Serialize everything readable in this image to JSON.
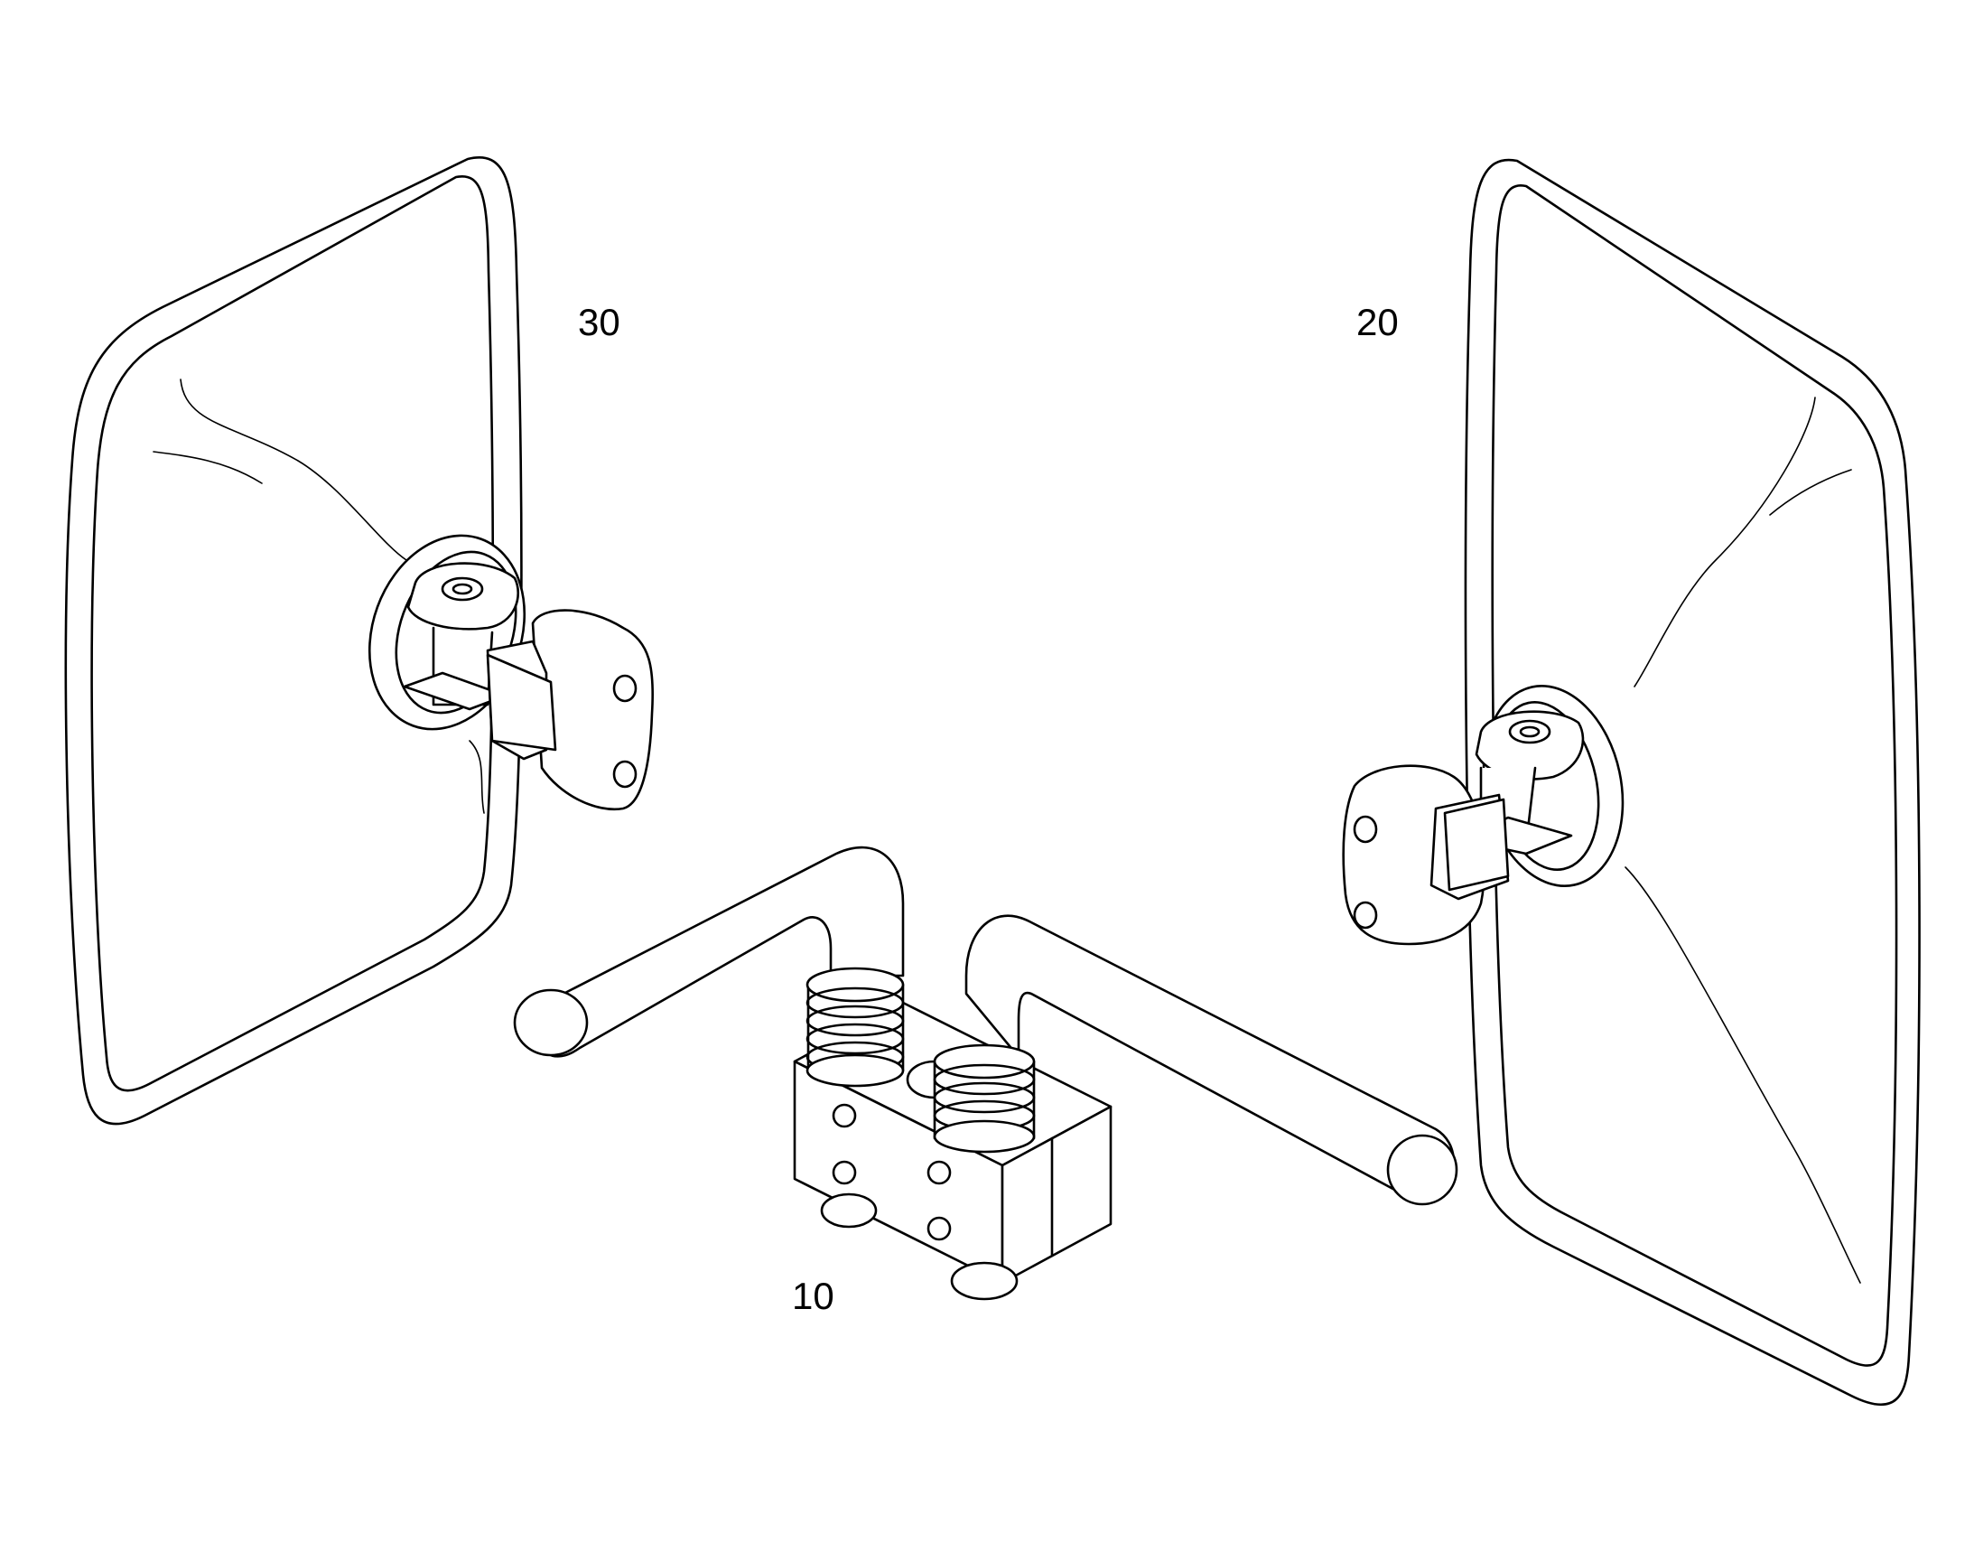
{
  "labels": {
    "left_mirror": "30",
    "right_mirror": "20",
    "mount_bar": "10"
  },
  "colors": {
    "line": "#000000",
    "background": "#ffffff"
  }
}
